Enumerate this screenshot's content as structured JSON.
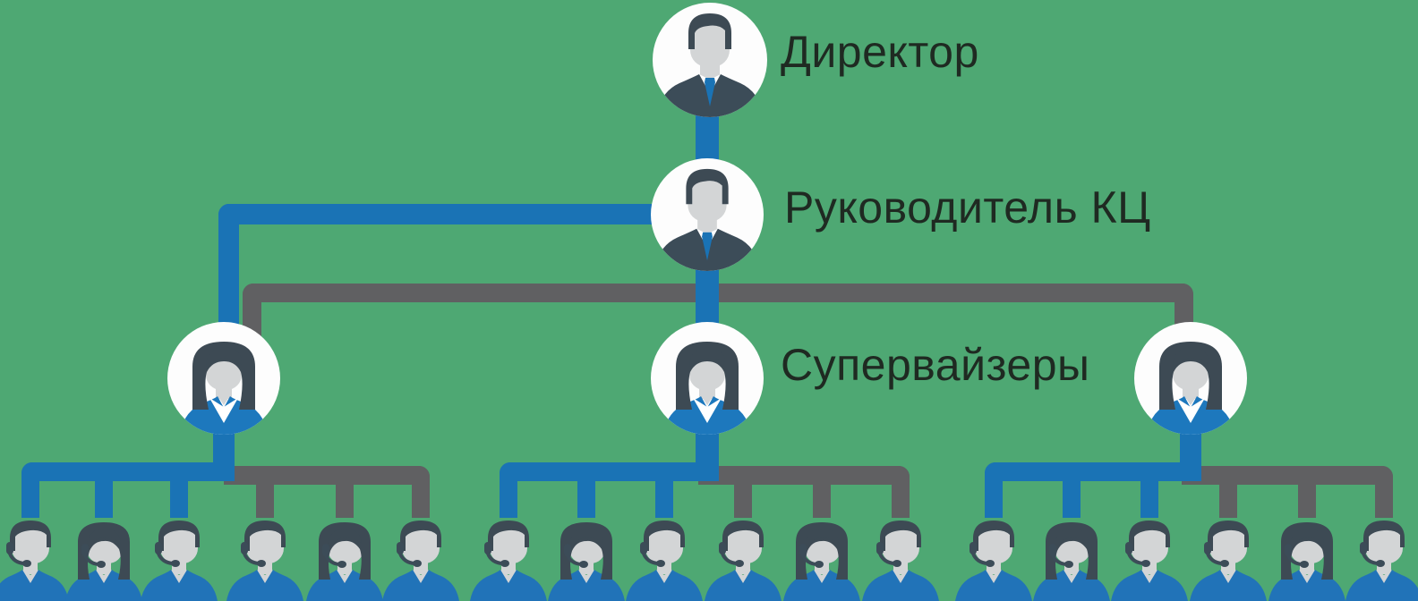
{
  "diagram": {
    "type": "org-chart-infographic",
    "labels": {
      "director": "Директор",
      "head": "Руководитель КЦ",
      "supervisors": "Супервайзеры"
    },
    "nodes": {
      "director_count": 1,
      "head_count": 1,
      "supervisor_count": 3,
      "operator_count": 18
    },
    "teams": [
      {
        "operators": [
          "male",
          "female",
          "male",
          "male",
          "female",
          "male"
        ]
      },
      {
        "operators": [
          "male",
          "female",
          "male",
          "male",
          "female",
          "male"
        ]
      },
      {
        "operators": [
          "male",
          "female",
          "male",
          "male",
          "female",
          "male"
        ]
      }
    ]
  },
  "palette": {
    "background": "#4ea873",
    "blue": "#1a73b5",
    "gray": "#606062",
    "circle": "#fdfdfd",
    "suit": "#3c4c58",
    "hair": "#3d4a54",
    "skin": "#d3d5d6",
    "shirt": "#2173b8",
    "jacket": "#1d78bd",
    "text": "#1f2a22"
  }
}
